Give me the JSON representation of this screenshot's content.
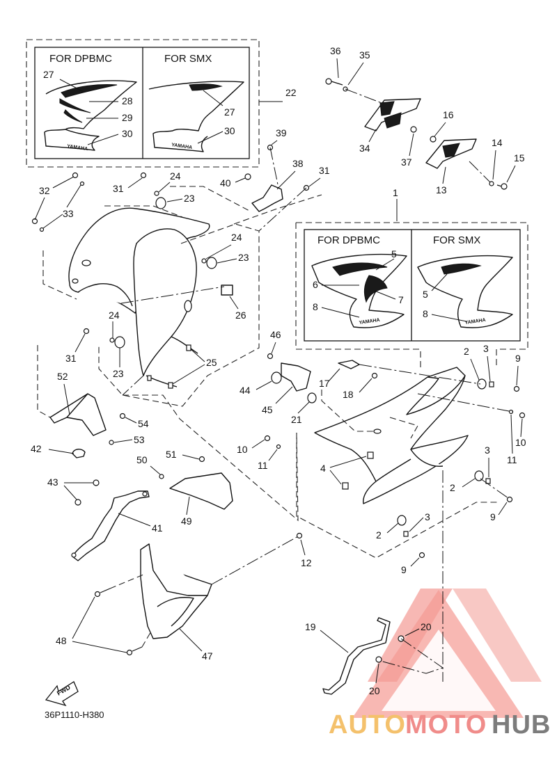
{
  "diagram_code": "36P1110-H380",
  "fwd_label": "FWD",
  "watermark": {
    "part1": "AUTO",
    "part2": "MOTO",
    "part3": "HUB"
  },
  "colors": {
    "line": "#111111",
    "watermark_triangle": "#f39a94",
    "watermark_auto": "#f4c16c",
    "watermark_moto": "#f08c8a",
    "watermark_hub": "#7c7c7c"
  },
  "inset_boxes": {
    "upper": {
      "left_title": "FOR DPBMC",
      "right_title": "FOR SMX",
      "logo_text": "YAMAHA"
    },
    "side": {
      "left_title": "FOR DPBMC",
      "right_title": "FOR SMX",
      "logo_text": "YAMAHA"
    }
  },
  "callouts": {
    "n1": "1",
    "n2": "2",
    "n3": "3",
    "n4": "4",
    "n5": "5",
    "n6": "6",
    "n7": "7",
    "n8": "8",
    "n9": "9",
    "n10": "10",
    "n11": "11",
    "n12": "12",
    "n13": "13",
    "n14": "14",
    "n15": "15",
    "n16": "16",
    "n17": "17",
    "n18": "18",
    "n19": "19",
    "n20": "20",
    "n21": "21",
    "n22": "22",
    "n23": "23",
    "n24": "24",
    "n25": "25",
    "n26": "26",
    "n27": "27",
    "n28": "28",
    "n29": "29",
    "n30": "30",
    "n31": "31",
    "n32": "32",
    "n33": "33",
    "n34": "34",
    "n35": "35",
    "n36": "36",
    "n37": "37",
    "n38": "38",
    "n39": "39",
    "n40": "40",
    "n41": "41",
    "n42": "42",
    "n43": "43",
    "n44": "44",
    "n45": "45",
    "n46": "46",
    "n47": "47",
    "n48": "48",
    "n49": "49",
    "n50": "50",
    "n51": "51",
    "n52": "52",
    "n53": "53",
    "n54": "54"
  }
}
